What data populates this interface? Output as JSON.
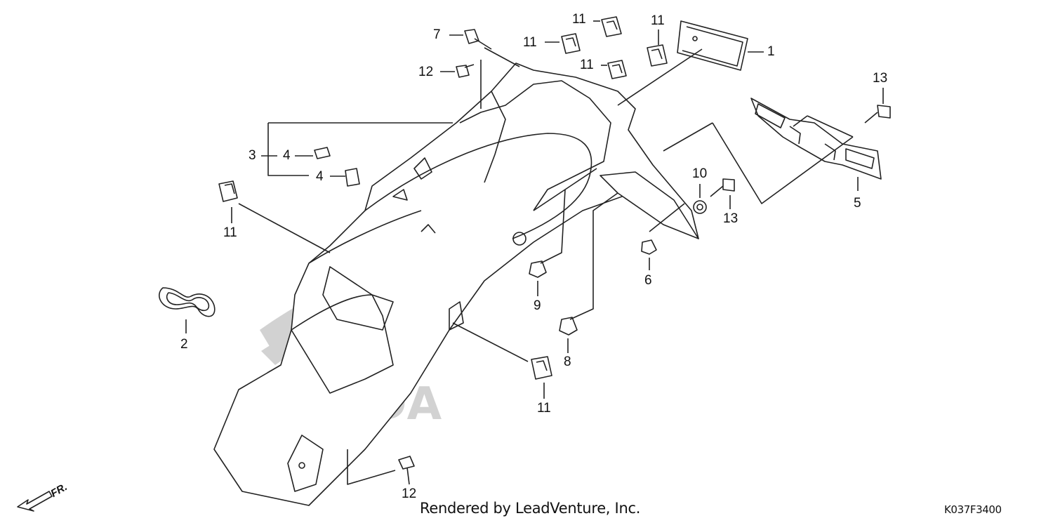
{
  "diagram": {
    "callouts": [
      {
        "id": "c1",
        "label": "1"
      },
      {
        "id": "c2",
        "label": "2"
      },
      {
        "id": "c3",
        "label": "3"
      },
      {
        "id": "c4a",
        "label": "4"
      },
      {
        "id": "c4b",
        "label": "4"
      },
      {
        "id": "c5",
        "label": "5"
      },
      {
        "id": "c6",
        "label": "6"
      },
      {
        "id": "c7",
        "label": "7"
      },
      {
        "id": "c8",
        "label": "8"
      },
      {
        "id": "c9",
        "label": "9"
      },
      {
        "id": "c10",
        "label": "10"
      },
      {
        "id": "c11a",
        "label": "11"
      },
      {
        "id": "c11b",
        "label": "11"
      },
      {
        "id": "c11c",
        "label": "11"
      },
      {
        "id": "c11d",
        "label": "11"
      },
      {
        "id": "c11e",
        "label": "11"
      },
      {
        "id": "c11f",
        "label": "11"
      },
      {
        "id": "c12a",
        "label": "12"
      },
      {
        "id": "c12b",
        "label": "12"
      },
      {
        "id": "c13a",
        "label": "13"
      },
      {
        "id": "c13b",
        "label": "13"
      }
    ],
    "front_marker": "FR.",
    "credit": "Rendered by LeadVenture, Inc.",
    "diagram_code": "K037F3400",
    "watermark": "HONDA",
    "colors": {
      "line": "#222222",
      "watermark": "#cfcfcf"
    }
  }
}
